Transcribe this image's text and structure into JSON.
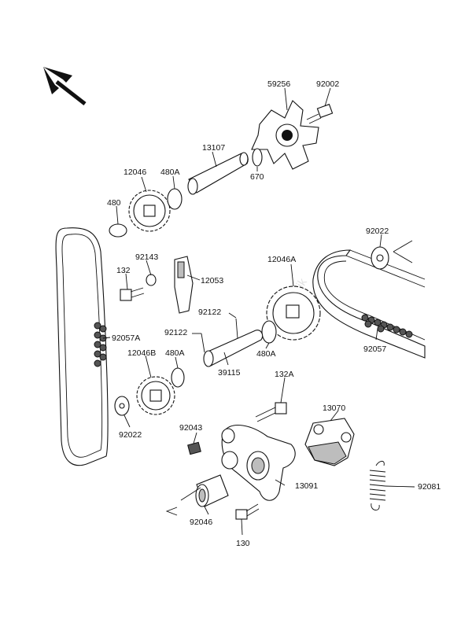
{
  "diagram": {
    "watermark": "Partsrepublik",
    "labels": {
      "p59256": "59256",
      "p92002": "92002",
      "p13107": "13107",
      "p12046": "12046",
      "p480A_top": "480A",
      "p670": "670",
      "p480": "480",
      "p92143": "92143",
      "p132": "132",
      "p12053": "12053",
      "p92022_right": "92022",
      "p12046A": "12046A",
      "p92122_a": "92122",
      "p92122_b": "92122",
      "p92057A": "92057A",
      "p12046B": "12046B",
      "p480A_left": "480A",
      "p480A_right": "480A",
      "p39115": "39115",
      "p92057": "92057",
      "p132A": "132A",
      "p92022_left": "92022",
      "p13070": "13070",
      "p92043": "92043",
      "p13091": "13091",
      "p92081": "92081",
      "p92046": "92046",
      "p130": "130"
    }
  }
}
